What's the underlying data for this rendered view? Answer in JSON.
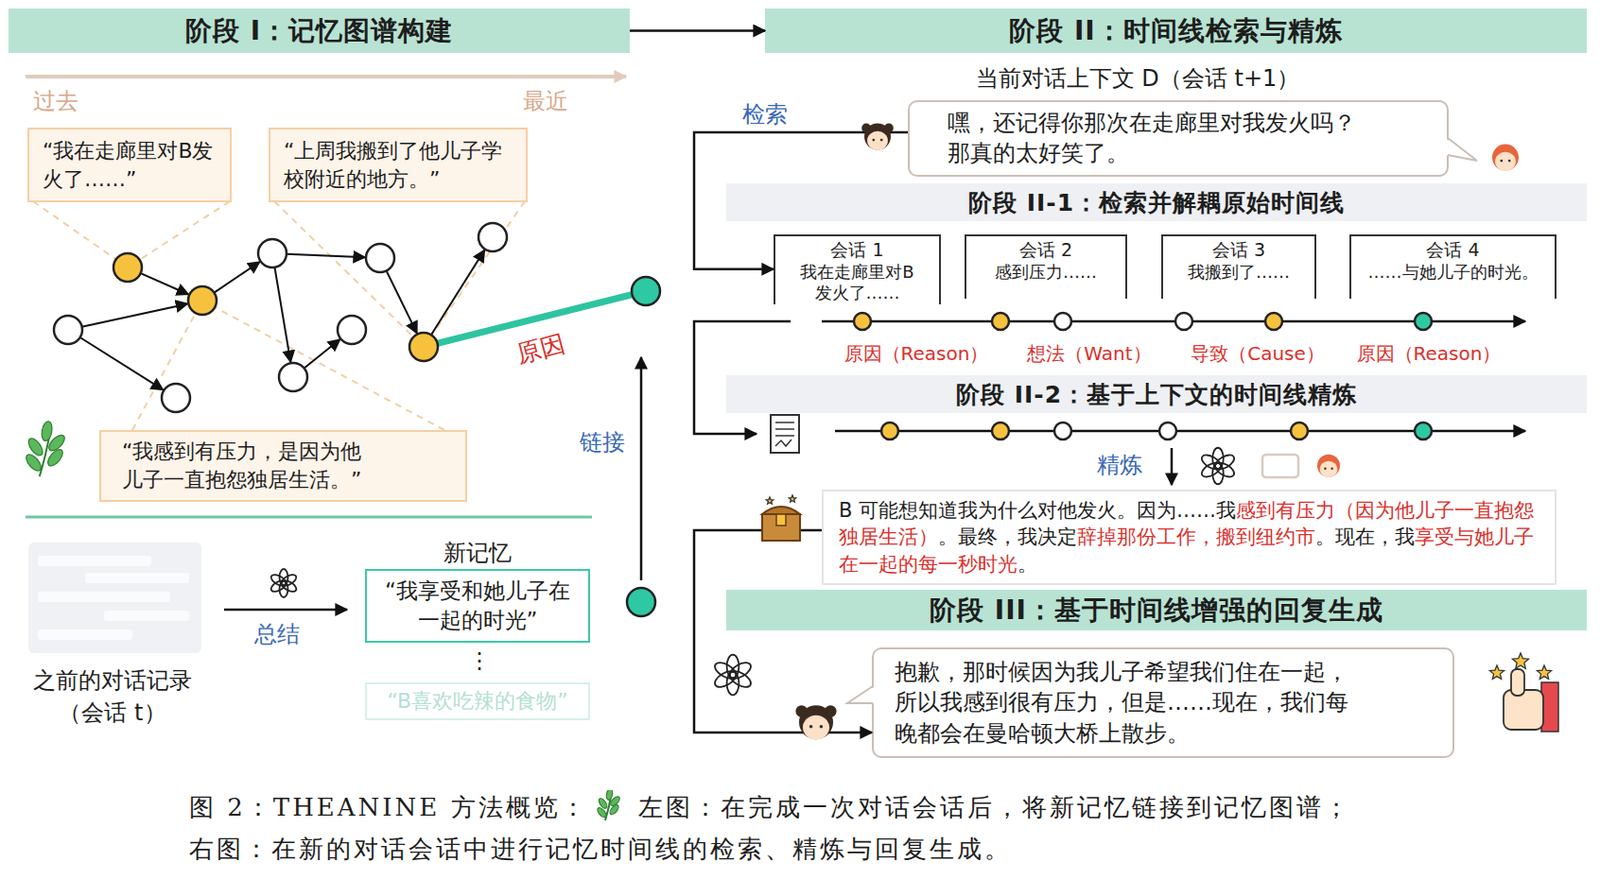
{
  "diagram": {
    "caption": "图 2：THEANINE 方法概览： 左图：在完成一次对话会话后，将新记忆链接到记忆图谱；右图：在新的对话会话中进行记忆时间线的检索、精炼与回复生成。",
    "nodes": [
      {
        "text": [
          "阶段 I：记忆图谱构建"
        ]
      },
      {
        "text": [
          "阶段 II：时间线检索与精炼"
        ]
      },
      {
        "text": [
          "“我在走廊里对B发火了……”"
        ]
      },
      {
        "text": [
          "“上周我搬到了他儿子学校附近的地方。”"
        ]
      },
      {
        "text": [
          "“我感到有压力，是因为他儿子一直抱怨独居生活。”"
        ]
      },
      {
        "text": [
          "新记忆",
          "“我享受和她儿子在一起的时光”"
        ]
      },
      {
        "text": [
          "“B喜欢吃辣的食物”"
        ]
      },
      {
        "text": [
          "嘿，还记得你那次在走廊里对我发火吗？那真的太好笑了。"
        ]
      },
      {
        "text": [
          "阶段 II-1：检索并解耦原始时间线"
        ]
      },
      {
        "text": [
          "会话 1",
          "我在走廊里对B发火了……"
        ]
      },
      {
        "text": [
          "会话 2",
          "感到压力……"
        ]
      },
      {
        "text": [
          "会话 3",
          "我搬到了……"
        ]
      },
      {
        "text": [
          "会话 4",
          "……与她儿子的时光。"
        ]
      },
      {
        "text": [
          "阶段 II-2：基于上下文的时间线精炼"
        ]
      },
      {
        "text": [
          "B 可能想知道我为什么对他发火。因为……我感到有压力（因为他儿子一直抱怨独居生活）。最终，我决定辞掉那份工作，搬到纽约市。现在，我享受与她儿子在一起的每一秒时光。"
        ]
      },
      {
        "text": [
          "阶段 III：基于时间线增强的回复生成"
        ]
      },
      {
        "text": [
          "抱歉，那时候因为我儿子希望我们住在一起，所以我感到很有压力，但是……现在，我们每晚都会在曼哈顿大桥上散步。"
        ]
      }
    ],
    "edges": [
      {
        "from": 0,
        "to": 1,
        "arrow": "to"
      },
      {
        "from": 7,
        "to": 9,
        "label": "检索",
        "arrow": "to"
      },
      {
        "from": 14,
        "to": 16,
        "arrow": "to"
      }
    ],
    "labels": [
      "过去",
      "最近",
      "原因",
      "之前的对话记录 （会话 t）",
      "总结",
      "⋮",
      "链接",
      "当前对话上下文 D（会话 t+1）",
      "原因（Reason）",
      "想法（Want）",
      "导致（Cause）",
      "原因（Reason）",
      "精炼"
    ]
  }
}
